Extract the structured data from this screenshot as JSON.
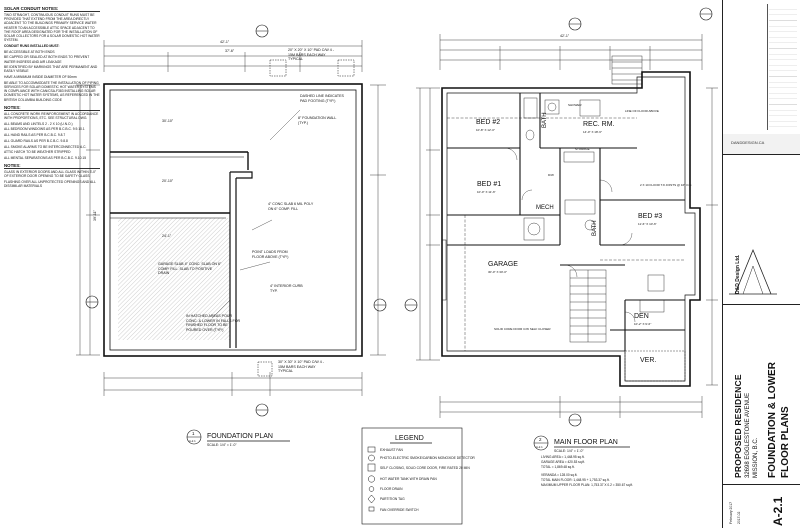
{
  "notes": {
    "solar": {
      "title": "SOLAR CONDUIT NOTES:",
      "text": "TWO STRAIGHT, CONTINUOUS CONDUIT RUNS MUST BE PROVIDED THAT EXTEND FROM THE AREA DIRECTLY ADJACENT TO THE BUILDINGS PRIMARY SERVICE WATER HEATER TO AN ACCESSIBLE ATTIC SPACE ADJACENT TO THE ROOF AREA DESIGNATED FOR THE INSTALLATION OF SOLAR COLLECTORS FOR A SOLAR DOMESTIC HOT WATER SYSTEM.",
      "sub": "CONDUIT RUNS INSTALLED MUST:",
      "items": [
        "BE ACCESSIBLE AT BOTH ENDS",
        "BE CAPPED OR SEALED AT BOTH ENDS TO PREVENT WATER INGRESS AND AIR LEAKAGE",
        "BE IDENTIFIED BY MARKINGS THAT ARE PERMANENT AND EASILY VISIBLE",
        "HAVE A MINIMUM INSIDE DIAMETER OF 50mm",
        "BE ABLE TO ACCOMMODATE THE INSTALLATION OF PIPING SERVICES FOR SOLAR DOMESTIC HOT WATER SYSTEMS IN COMPLIANCE WITH CAN/CSA-F383 INSTALLING SOLAR DOMESTIC HOT WATER SYSTEMS, AS REFERENCED IN THE BRITISH COLUMBIA BUILDING CODE"
      ]
    },
    "general": {
      "title": "NOTES:",
      "items": [
        "ALL CONCRETE WORK REINFORCEMENT IN ACCORDANCE WITH PROPORTIONS, ETC. SEE STRUCTURAL DWG.",
        "ALL BEAMS AND LINTELS 2 - 2 X 10 (U.N.O.)",
        "ALL BEDROOM WINDOWS AS PER B.C.B.C. 9.9.10.1",
        "ALL HAND RAILS AS PER B.C.B.C. 9.8.7",
        "ALL GUARD RAILS AS PER B.C.B.C. 9.8.8",
        "ALL SMOKE ALARMS TO BE INTERCONNECTED A.C.",
        "ATTIC HATCH TO BE WEATHER STRIPPED",
        "ALL MENTAL SEPARATIONS AS PER B.C.B.C. 9.10.15"
      ]
    },
    "glass": {
      "title": "NOTES:",
      "items": [
        "GLASS IN EXTERIOR DOORS AND ALL GLASS WITHIN 3'-0\" OF EXTERIOR DOOR OPENING TO BE SAFETY GLASS",
        "FLASHING OVER ALL UNPROTECTED OPENINGS AND ALL DISSIMILAR MATERIALS"
      ]
    }
  },
  "foundation": {
    "room_dims": [
      "20'-10\"",
      "30'-10\"",
      "24'-1\""
    ],
    "garage_note": "GARAGE SLAB 4\" CONC. SLAB ON 6\" COMP. FILL. SLAB TO POSITIVE DRAIN",
    "crawl_note": "4\" CONC SLAB 6 MIL POLY ON 6\" COMP. FILL",
    "point_load": "POINT LOADS FROM FLOOR ABOVE (TYP.)",
    "dash_line": "DASHED LINE INDICATES PAD FOOTING (TYP.)",
    "found_wall": "8\" FOUNDATION WALL (TYP.)",
    "hatched": "IN HATCHED AREAS POUR CONC. & LOWER IN FALLS FOR FINISHED FLOOR TO BE POURED OVER (TYP.)",
    "interior_curb": "4\" INTERIOR CURB TYP.",
    "pad1": "20\" X 20\" X 10\" PAD C/W 4 - 15M BARS EACH WAY TYPICAL",
    "pad2": "30\" X 30\" X 10\" PAD C/W 4 - 15M BARS EACH WAY TYPICAL",
    "dim_top": "37'-6\"",
    "dim_top2": "42'-1\"",
    "dim_left": "39'-11\"",
    "plan_title": "FOUNDATION PLAN",
    "plan_scale": "SCALE: 1/4\" = 1'-0\"",
    "ref_num": "1",
    "ref_sheet": "A-2.1"
  },
  "main": {
    "rooms": {
      "bed2": "BED #2",
      "bath1": "BATH",
      "rec": "REC. RM.",
      "bed1": "BED #1",
      "mech": "MECH",
      "bath2": "BATH",
      "bed3": "BED #3",
      "garage": "GARAGE",
      "den": "DEN",
      "ver": "VER."
    },
    "labels": {
      "storage": "STORAGE",
      "shower": "SHOWER",
      "garage_dim": "30'-0\" X 30'-0\"",
      "bed3_dim": "11'-6\" X 10'-6\"",
      "bed1_dim": "10'-0\" X 11'-6\"",
      "bed2_dim": "10'-8\" X 12'-0\"",
      "rec_dim": "14'-0\" X 18'-6\"",
      "den_dim": "10'-2\" X 9'-6\"",
      "floor_joists": "LINE OF FLOOR ABOVE",
      "tj_joists": "2 X 10 FLOOR TJI JOISTS @ 16\" O.C.",
      "solid_core": "SOLID CORE DOOR C/W SELF CLOSER",
      "dw": "D/W"
    },
    "areas": [
      "LIVING AREA = 1,448.95 sq.ft.",
      "GARAGE AREA = 420.53 sq.ft.",
      "TOTAL = 1,869.48 sq.ft.",
      "VERANDA = 128.00 sq.ft.",
      "TOTAL MAIN FLOOR: 1,448.95 + 1,753.37 sq.ft.",
      "MAXIMUM UPPER FLOOR PLAN: 1,753.37 X 0.2 = 350.67 sq.ft."
    ],
    "dim_top": "42'-1\"",
    "plan_title": "MAIN FLOOR PLAN",
    "plan_scale": "SCALE: 1/4\" = 1'-0\"",
    "ref_num": "2",
    "ref_sheet": "A-2.1"
  },
  "legend": {
    "title": "LEGEND",
    "items": [
      "EXHAUST FAN",
      "PHOTO-ELECTRIC SMOKE/CARBON MONOXIDE DETECTOR",
      "SELF CLOSING, SOLID CORE DOOR, FIRE RATED 20 MIN",
      "HOT WATER TANK WITH DRAIN PAN",
      "FLOOR DRAIN",
      "PARTITION TAG",
      "FAN OVERRIDE SWITCH"
    ]
  },
  "title_block": {
    "project": "PROPOSED RESIDENCE",
    "address": "32698 EGGLESTONE AVENUE",
    "city": "MISSION, B.C.",
    "sheet_title_1": "FOUNDATION & LOWER",
    "sheet_title_2": "FLOOR PLANS",
    "sheet_no": "A-2.1",
    "firm": "D&D Design Ltd.",
    "firm_small": "DANDDESIGN.CA",
    "date": "February 2017",
    "job": "2017-02"
  },
  "colors": {
    "line": "#111111",
    "wall": "#1a1a1a",
    "hatch": "#777777"
  }
}
